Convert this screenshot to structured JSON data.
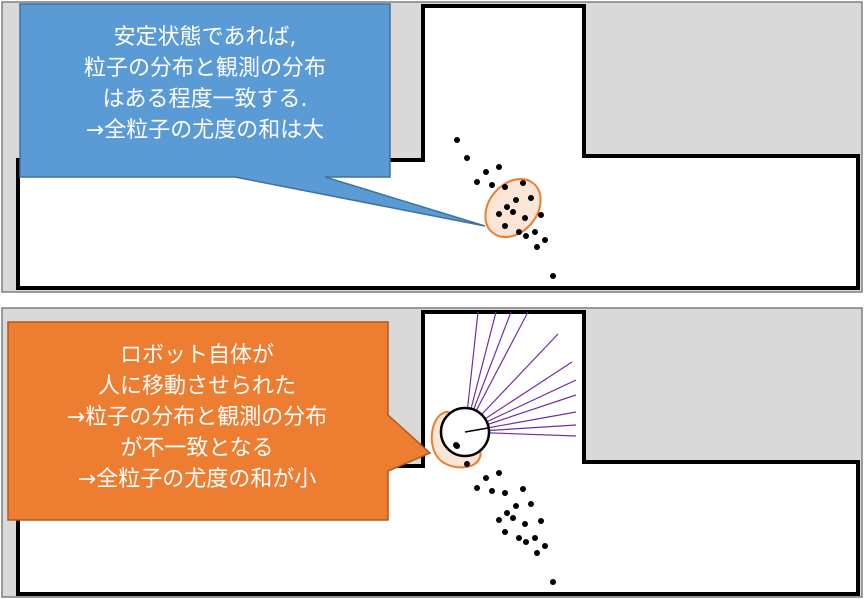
{
  "top_panel": {
    "callout_lines": [
      "安定状態であれば,",
      "粒子の分布と観測の分布",
      "はある程度一致する.",
      "→全粒子の尤度の和は大"
    ]
  },
  "bottom_panel": {
    "callout_lines": [
      "ロボット自体が",
      "人に移動させられた",
      "→粒子の分布と観測の分布",
      "が不一致となる",
      "→全粒子の尤度の和が小"
    ]
  },
  "colors": {
    "wall": "#000000",
    "obstacle": "#d9d9d9",
    "blue_callout": "#5b9bd5",
    "orange_callout": "#ed7d31",
    "ellipse_fill": "#fbe5d6",
    "laser": "#7030a0"
  }
}
